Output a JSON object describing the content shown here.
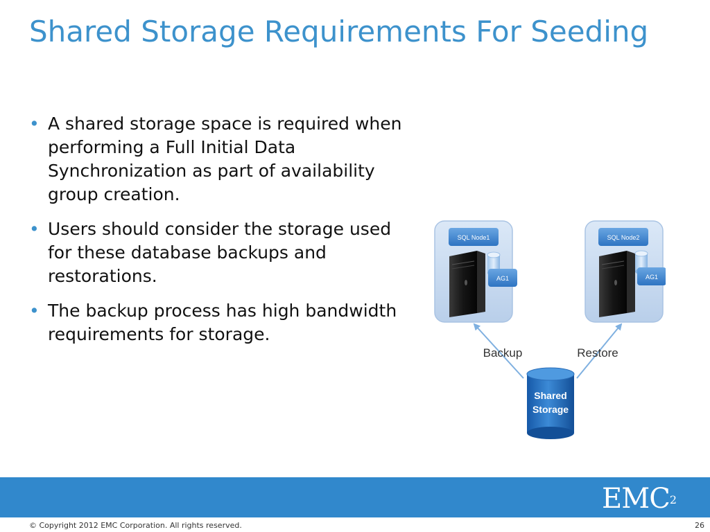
{
  "slide": {
    "title": "Shared Storage Requirements For Seeding",
    "bullets": [
      "A shared storage space is required when performing a Full Initial Data Synchronization as part of availability group creation.",
      "Users should consider the storage used for these database backups and restorations.",
      "The backup process has high bandwidth requirements for storage."
    ]
  },
  "diagram": {
    "node1_label": "SQL Node1",
    "node2_label": "SQL Node2",
    "ag1_label": "AG1",
    "ag2_label": "AG1",
    "backup_label": "Backup",
    "restore_label": "Restore",
    "storage_line1": "Shared",
    "storage_line2": "Storage"
  },
  "footer": {
    "logo": "EMC",
    "logo_sup": "2",
    "copyright": "© Copyright 2012 EMC Corporation. All rights reserved.",
    "page_number": "26"
  },
  "colors": {
    "title": "#3d92cc",
    "footer_bar": "#3188cc",
    "storage": "#1f6fc0"
  }
}
